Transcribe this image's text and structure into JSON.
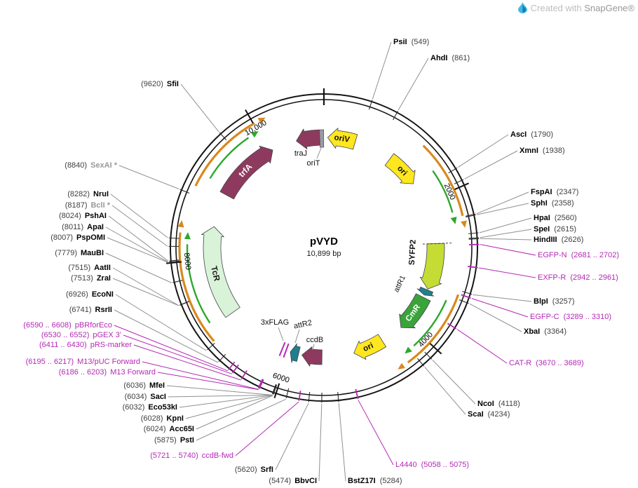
{
  "watermark": {
    "prefix": "Created with ",
    "brand": "SnapGene®"
  },
  "plasmid": {
    "name": "pVYD",
    "size": "10,899 bp",
    "length_bp": 10899
  },
  "scale": {
    "labels": [
      "2000",
      "4000",
      "6000",
      "8000",
      "10,000"
    ],
    "bp": [
      2000,
      4000,
      6000,
      8000,
      10000
    ]
  },
  "features": [
    {
      "label": "oriV",
      "bp_start": 60,
      "bp_end": 500
    },
    {
      "label": "traJ",
      "bp_start": 10460,
      "bp_end": 10830
    },
    {
      "label": "oriT",
      "bp_start": 10833,
      "bp_end": 10895
    },
    {
      "label": "ori",
      "bp_start": 1110,
      "bp_end": 1650
    },
    {
      "label": "SYFP2",
      "bp_start": 2664,
      "bp_end": 3384
    },
    {
      "label": "attR1",
      "bp_start": 3398,
      "bp_end": 3492
    },
    {
      "label": "CmR",
      "bp_start": 3530,
      "bp_end": 4120
    },
    {
      "label": "ori",
      "bp_start": 4480,
      "bp_end": 4970
    },
    {
      "label": "ccdB",
      "bp_start": 5480,
      "bp_end": 5800
    },
    {
      "label": "attR2",
      "bp_start": 5855,
      "bp_end": 5990
    },
    {
      "label": "3xFLAG",
      "bp_start": 6060,
      "bp_end": 6125
    },
    {
      "label": "TcR",
      "bp_start": 7100,
      "bp_end": 8500
    },
    {
      "label": "trfA",
      "bp_start": 9030,
      "bp_end": 10060
    }
  ],
  "sites": [
    {
      "name": "PsiI",
      "pos": "(549)",
      "bp": 549,
      "style": "site",
      "order": "nf"
    },
    {
      "name": "AhdI",
      "pos": "(861)",
      "bp": 861,
      "style": "site",
      "order": "nf"
    },
    {
      "name": "AscI",
      "pos": "(1790)",
      "bp": 1790,
      "style": "site",
      "order": "nf"
    },
    {
      "name": "XmnI",
      "pos": "(1938)",
      "bp": 1938,
      "style": "site",
      "order": "nf"
    },
    {
      "name": "FspAI",
      "pos": "(2347)",
      "bp": 2347,
      "style": "site",
      "order": "nf"
    },
    {
      "name": "SphI",
      "pos": "(2358)",
      "bp": 2358,
      "style": "site",
      "order": "nf"
    },
    {
      "name": "HpaI",
      "pos": "(2560)",
      "bp": 2560,
      "style": "site",
      "order": "nf"
    },
    {
      "name": "SpeI",
      "pos": "(2615)",
      "bp": 2615,
      "style": "site",
      "order": "nf"
    },
    {
      "name": "HindIII",
      "pos": "(2626)",
      "bp": 2626,
      "style": "site",
      "order": "nf"
    },
    {
      "name": "EGFP-N",
      "pos": "(2681 .. 2702)",
      "bp": 2691,
      "style": "magenta",
      "order": "nf"
    },
    {
      "name": "EXFP-R",
      "pos": "(2942 .. 2961)",
      "bp": 2951,
      "style": "magenta",
      "order": "nf"
    },
    {
      "name": "BlpI",
      "pos": "(3257)",
      "bp": 3257,
      "style": "site",
      "order": "nf"
    },
    {
      "name": "EGFP-C",
      "pos": "(3289 .. 3310)",
      "bp": 3300,
      "style": "magenta",
      "order": "nf"
    },
    {
      "name": "XbaI",
      "pos": "(3364)",
      "bp": 3364,
      "style": "site",
      "order": "nf"
    },
    {
      "name": "CAT-R",
      "pos": "(3670 .. 3689)",
      "bp": 3680,
      "style": "magenta",
      "order": "nf"
    },
    {
      "name": "NcoI",
      "pos": "(4118)",
      "bp": 4118,
      "style": "site",
      "order": "nf"
    },
    {
      "name": "ScaI",
      "pos": "(4234)",
      "bp": 4234,
      "style": "site",
      "order": "nf"
    },
    {
      "name": "L4440",
      "pos": "(5058 .. 5075)",
      "bp": 5066,
      "style": "magenta",
      "order": "nf"
    },
    {
      "name": "BstZ17I",
      "pos": "(5284)",
      "bp": 5284,
      "style": "site",
      "order": "nf"
    },
    {
      "name": "BbvCI",
      "pos": "(5474)",
      "bp": 5474,
      "style": "site",
      "order": "pf"
    },
    {
      "name": "SrfI",
      "pos": "(5620)",
      "bp": 5620,
      "style": "site",
      "order": "pf"
    },
    {
      "name": "ccdB-fwd",
      "pos": "(5721 .. 5740)",
      "bp": 5730,
      "style": "magenta",
      "order": "pf"
    },
    {
      "name": "PstI",
      "pos": "(5875)",
      "bp": 5875,
      "style": "site",
      "order": "pf"
    },
    {
      "name": "Acc65I",
      "pos": "(6024)",
      "bp": 6024,
      "style": "site",
      "order": "pf"
    },
    {
      "name": "KpnI",
      "pos": "(6028)",
      "bp": 6028,
      "style": "site",
      "order": "pf"
    },
    {
      "name": "Eco53kI",
      "pos": "(6032)",
      "bp": 6032,
      "style": "site",
      "order": "pf"
    },
    {
      "name": "SacI",
      "pos": "(6034)",
      "bp": 6034,
      "style": "site",
      "order": "pf"
    },
    {
      "name": "MfeI",
      "pos": "(6036)",
      "bp": 6036,
      "style": "site",
      "order": "pf"
    },
    {
      "name": "M13 Forward",
      "pos": "(6186 .. 6203)",
      "bp": 6194,
      "style": "magenta",
      "order": "pf"
    },
    {
      "name": "M13/pUC Forward",
      "pos": "(6195 .. 6217)",
      "bp": 6206,
      "style": "magenta",
      "order": "pf"
    },
    {
      "name": "pRS-marker",
      "pos": "(6411 .. 6430)",
      "bp": 6420,
      "style": "magenta",
      "order": "pf"
    },
    {
      "name": "pGEX 3'",
      "pos": "(6530 .. 6552)",
      "bp": 6541,
      "style": "magenta",
      "order": "pf"
    },
    {
      "name": "pBRforEco",
      "pos": "(6590 .. 6608)",
      "bp": 6599,
      "style": "magenta",
      "order": "pf"
    },
    {
      "name": "RsrII",
      "pos": "(6741)",
      "bp": 6741,
      "style": "site",
      "order": "pf"
    },
    {
      "name": "EcoNI",
      "pos": "(6926)",
      "bp": 6926,
      "style": "site",
      "order": "pf"
    },
    {
      "name": "ZraI",
      "pos": "(7513)",
      "bp": 7513,
      "style": "site",
      "order": "pf"
    },
    {
      "name": "AatII",
      "pos": "(7515)",
      "bp": 7515,
      "style": "site",
      "order": "pf"
    },
    {
      "name": "MauBI",
      "pos": "(7779)",
      "bp": 7779,
      "style": "site",
      "order": "pf"
    },
    {
      "name": "PspOMI",
      "pos": "(8007)",
      "bp": 8007,
      "style": "site",
      "order": "pf"
    },
    {
      "name": "ApaI",
      "pos": "(8011)",
      "bp": 8011,
      "style": "site",
      "order": "pf"
    },
    {
      "name": "PshAI",
      "pos": "(8024)",
      "bp": 8024,
      "style": "site",
      "order": "pf"
    },
    {
      "name": "BclI *",
      "pos": "(8187)",
      "bp": 8187,
      "style": "site-gray",
      "order": "pf"
    },
    {
      "name": "NruI",
      "pos": "(8282)",
      "bp": 8282,
      "style": "site",
      "order": "pf"
    },
    {
      "name": "SexAI *",
      "pos": "(8840)",
      "bp": 8840,
      "style": "site-gray",
      "order": "pf"
    },
    {
      "name": "SfiI",
      "pos": "(9620)",
      "bp": 9620,
      "style": "site",
      "order": "pf"
    }
  ],
  "palette": {
    "yellow": "#ffe71f",
    "maroon": "#8e3a5e",
    "syfp": "#c5dc35",
    "teal": "#1f7f8e",
    "green": "#3aa33a",
    "pale_green": "#d9f3d9",
    "orange": "#d8891d",
    "arrow_green": "#2ca82c",
    "mag": "#b429b4",
    "gray_box": "#9a9aa2",
    "leader_gray": "#909090"
  }
}
